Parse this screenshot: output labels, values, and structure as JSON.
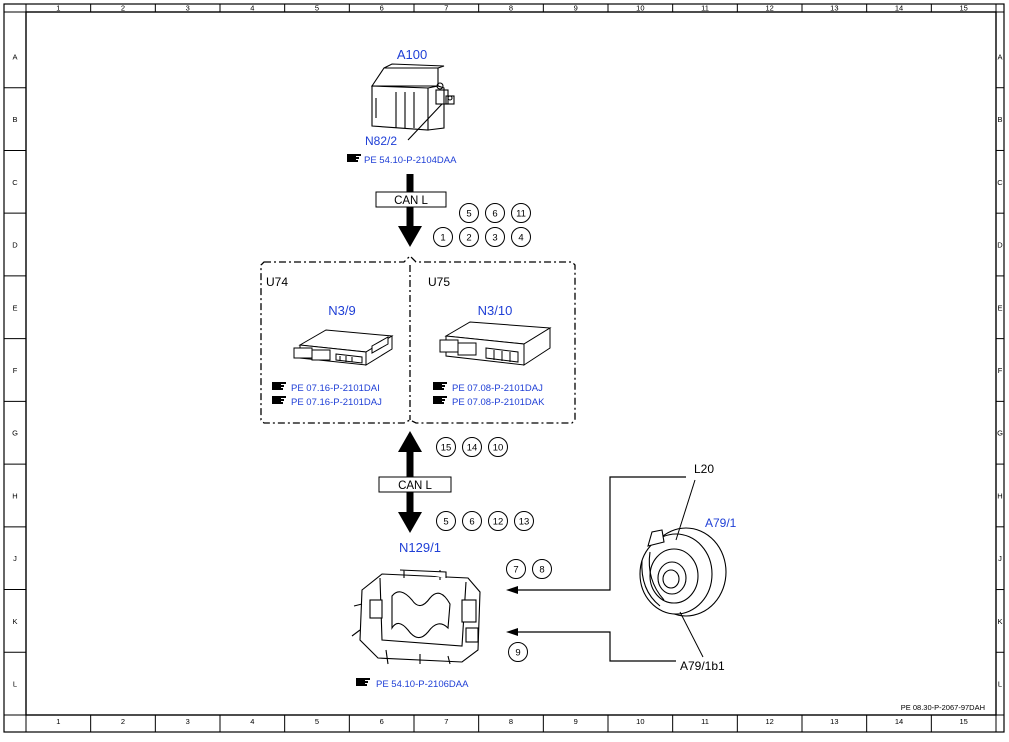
{
  "frame": {
    "columns": [
      "1",
      "2",
      "3",
      "4",
      "5",
      "6",
      "7",
      "8",
      "9",
      "10",
      "11",
      "12",
      "13",
      "14",
      "15"
    ],
    "rows": [
      "A",
      "B",
      "C",
      "D",
      "E",
      "F",
      "G",
      "H",
      "J",
      "K",
      "L"
    ],
    "doc_ref": "PE 08.30-P-2067-97DAH"
  },
  "components": {
    "a100": {
      "code": "A100"
    },
    "n82_2": {
      "code": "N82/2",
      "ref": "PE 54.10-P-2104DAA"
    },
    "u74": {
      "group": "U74",
      "code": "N3/9",
      "refs": [
        "PE 07.16-P-2101DAI",
        "PE 07.16-P-2101DAJ"
      ]
    },
    "u75": {
      "group": "U75",
      "code": "N3/10",
      "refs": [
        "PE 07.08-P-2101DAJ",
        "PE 07.08-P-2101DAK"
      ]
    },
    "n129_1": {
      "code": "N129/1",
      "ref": "PE 54.10-P-2106DAA"
    },
    "a79_1": {
      "code": "A79/1"
    },
    "l20": {
      "code": "L20"
    },
    "a79_1b1": {
      "code": "A79/1b1"
    }
  },
  "buses": {
    "top": {
      "label": "CAN L",
      "signals_row1": [
        "5",
        "6",
        "11"
      ],
      "signals_row2": [
        "1",
        "2",
        "3",
        "4"
      ]
    },
    "bottom": {
      "label": "CAN L",
      "signals_up": [
        "15",
        "14",
        "10"
      ],
      "signals_down": [
        "5",
        "6",
        "12",
        "13"
      ]
    }
  },
  "signals": {
    "l20": [
      "7",
      "8"
    ],
    "a79_1b1": [
      "9"
    ]
  },
  "colors": {
    "component_label": "#1f3fd6",
    "line": "#000000"
  },
  "icons": {
    "reference": "pointing-hand-icon"
  }
}
